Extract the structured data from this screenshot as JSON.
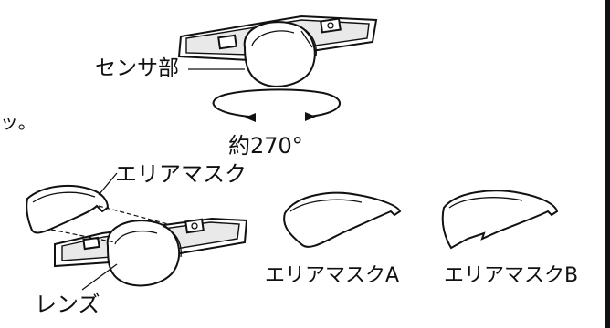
{
  "labels": {
    "sensor_part": "センサ部",
    "rotation": "約270°",
    "area_mask": "エリアマスク",
    "area_mask_a": "エリアマスクA",
    "area_mask_b": "エリアマスクB",
    "lens": "レンズ",
    "cut_text": "ッ。"
  }
}
